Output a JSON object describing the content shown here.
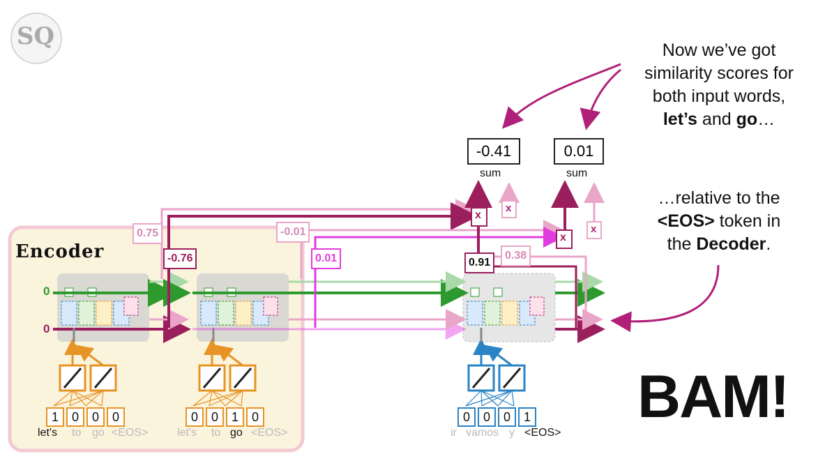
{
  "logo": {
    "text": "SQ"
  },
  "encoder": {
    "label": "Encoder"
  },
  "scores": [
    {
      "value": "-0.41",
      "label": "sum"
    },
    {
      "value": "0.01",
      "label": "sum"
    }
  ],
  "annotation_values": {
    "v075": "0.75",
    "v076": "-0.76",
    "v001neg": "-0.01",
    "v001": "0.01",
    "v091": "0.91",
    "v038": "0.38"
  },
  "initial_states": {
    "short_term": "0",
    "long_term": "0"
  },
  "multiply_sign": "x",
  "inputs": [
    {
      "onehot": [
        "1",
        "0",
        "0",
        "0"
      ],
      "tokens": [
        "let's",
        "to",
        "go",
        "<EOS>"
      ],
      "active": 0
    },
    {
      "onehot": [
        "0",
        "0",
        "1",
        "0"
      ],
      "tokens": [
        "let's",
        "to",
        "go",
        "<EOS>"
      ],
      "active": 2
    },
    {
      "onehot": [
        "0",
        "0",
        "0",
        "1"
      ],
      "tokens": [
        "ir",
        "vamos",
        "y",
        "<EOS>"
      ],
      "active": 3
    }
  ],
  "notes": {
    "top_lines": [
      "Now we’ve got",
      "similarity scores for",
      "both input words,"
    ],
    "top_bold_1": "let’s",
    "top_and": " and ",
    "top_bold_2": "go",
    "top_ellipsis": "…",
    "mid_1": "…relative to the",
    "mid_bold_eos": "<EOS>",
    "mid_2": " token in",
    "mid_the": "the ",
    "mid_bold_decoder": "Decoder",
    "mid_period": "."
  },
  "bam": "BAM!",
  "colors": {
    "magenta": "#b01f78",
    "pink_light": "#e9a6c9",
    "pink_bright": "#e03ce0",
    "green": "#2e9a2e",
    "green_light": "#a9d8a9",
    "orange": "#e79325",
    "blue": "#2a83c4",
    "encoder_bg": "#fbf4dd",
    "encoder_border": "#f3c9d2"
  }
}
